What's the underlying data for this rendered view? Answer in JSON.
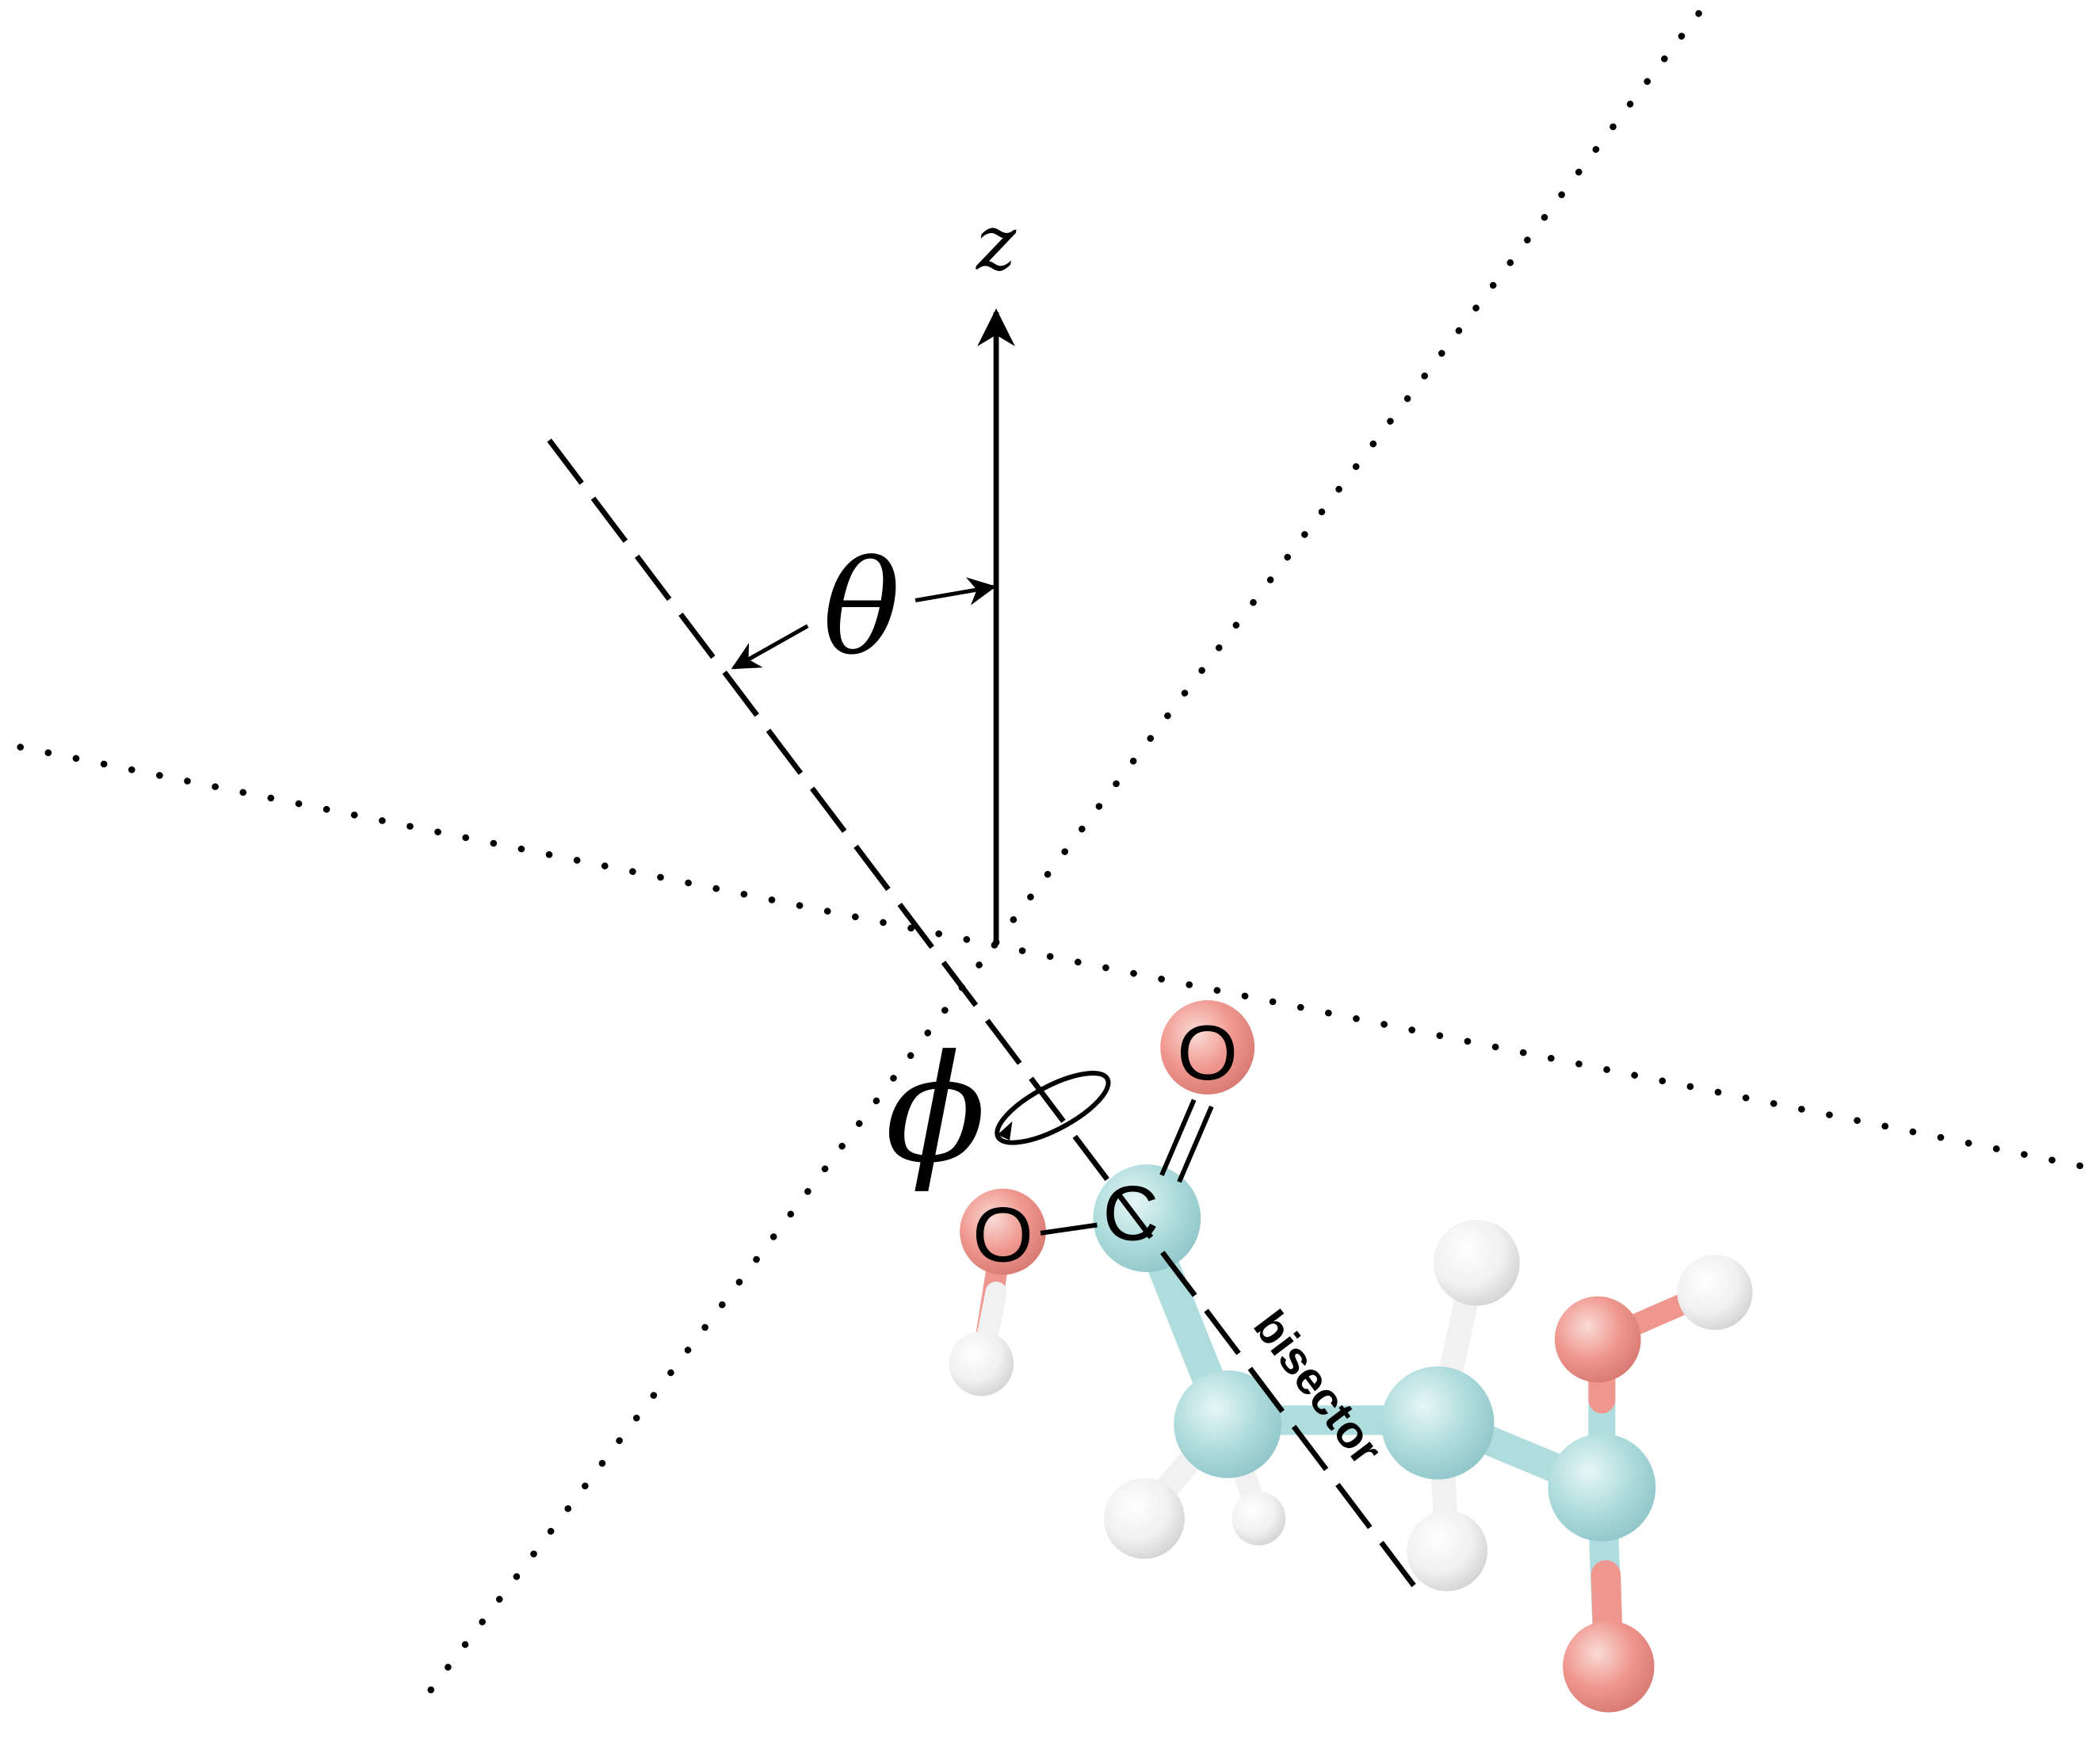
{
  "labels": {
    "z_axis": "z",
    "theta": "θ",
    "phi": "ϕ",
    "carbon": "C",
    "oxygen_carbonyl": "O",
    "oxygen_hydroxyl": "O",
    "bisector": "bisector"
  },
  "colors": {
    "line": "#000000",
    "carbon_atom": "#a9dadb",
    "oxygen_atom": "#ee8f85",
    "hydrogen_atom": "#f0f0f0",
    "background": "#ffffff"
  }
}
